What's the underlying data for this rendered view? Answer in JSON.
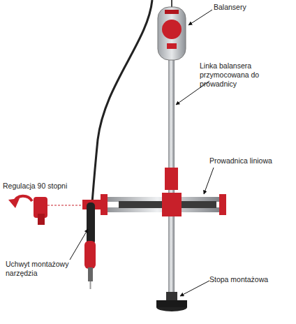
{
  "diagram": {
    "labels": [
      "Balansery",
      "Linka balansera przymocowana do prowadnicy",
      "Prowadnica liniowa",
      "Regulacja 90 stopni",
      "Uchwyt montażowy narzędzia",
      "Stopa montażowa"
    ]
  }
}
